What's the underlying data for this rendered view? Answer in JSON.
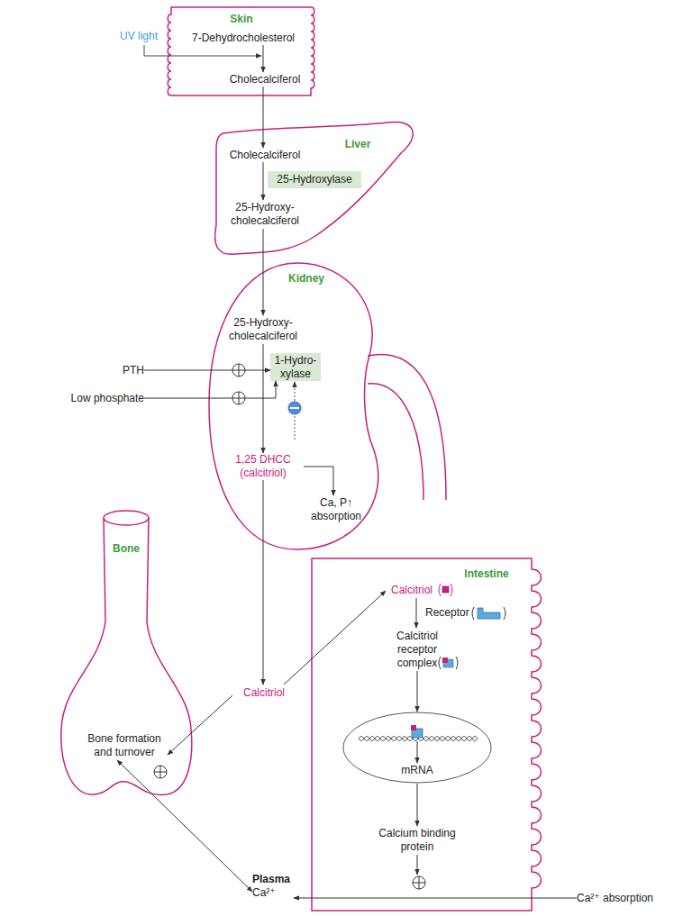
{
  "diagram": {
    "nodes": [
      {
        "text": [
          "Skin"
        ]
      },
      {
        "text": [
          "7-Dehydrocholesterol"
        ],
        "in": 0
      },
      {
        "text": [
          "Cholecalciferol"
        ],
        "in": 0
      },
      {
        "text": [
          "Liver"
        ]
      },
      {
        "text": [
          "Cholecalciferol"
        ],
        "in": 3
      },
      {
        "text": [
          "25-Hydroxylase"
        ],
        "in": 3
      },
      {
        "text": [
          "25-Hydroxy- cholecalciferol"
        ],
        "in": 3
      },
      {
        "text": [
          "Kidney"
        ]
      },
      {
        "text": [
          "25-Hydroxy- cholecalciferol"
        ],
        "in": 7
      },
      {
        "text": [
          "1-Hydro- xylase"
        ],
        "in": 7
      },
      {
        "text": [
          "1,25 DHCC (calcitriol)"
        ],
        "in": 7
      },
      {
        "text": [
          "Ca, P↑ absorption"
        ],
        "in": 7
      },
      {
        "text": [
          "PTH"
        ]
      },
      {
        "text": [
          "Low phosphate"
        ]
      },
      {
        "text": [
          "Bone"
        ]
      },
      {
        "text": [
          "Bone formation and turnover"
        ],
        "in": 14
      },
      {
        "text": [
          "Intestine"
        ]
      },
      {
        "text": [
          "Calcitriol"
        ],
        "in": 16
      },
      {
        "text": [
          "Calcitriol receptor complex"
        ],
        "in": 16
      },
      {
        "text": [
          "mRNA"
        ],
        "in": 16
      },
      {
        "text": [
          "Calcium binding protein"
        ],
        "in": 16
      },
      {
        "text": [
          "Calcitriol"
        ]
      },
      {
        "text": [
          "Plasma",
          "Ca²⁺"
        ]
      },
      {
        "text": [
          "Ca²⁺ absorption"
        ]
      }
    ],
    "edges": [
      {
        "from": 1,
        "to": 2,
        "arrow": "to"
      },
      {
        "from": 2,
        "to": 4,
        "arrow": "to"
      },
      {
        "from": 4,
        "to": 6,
        "arrow": "to"
      },
      {
        "from": 6,
        "to": 8,
        "arrow": "to"
      },
      {
        "from": 8,
        "to": 10,
        "arrow": "to"
      },
      {
        "from": 12,
        "to": 9,
        "arrow": "to"
      },
      {
        "from": 13,
        "to": 9,
        "arrow": "to"
      },
      {
        "from": 10,
        "to": 11,
        "arrow": "to"
      },
      {
        "from": 10,
        "to": 21,
        "arrow": "to"
      },
      {
        "from": 21,
        "to": 17,
        "arrow": "to"
      },
      {
        "from": 21,
        "to": 15,
        "arrow": "to"
      },
      {
        "from": 17,
        "to": 18,
        "arrow": "to"
      },
      {
        "from": 18,
        "to": 19,
        "arrow": "to"
      },
      {
        "from": 19,
        "to": 20,
        "arrow": "to"
      },
      {
        "from": 23,
        "to": 22,
        "arrow": "to"
      },
      {
        "from": 15,
        "to": 22,
        "arrow": "both"
      }
    ],
    "labels": [
      "UV light",
      "Receptor"
    ]
  }
}
